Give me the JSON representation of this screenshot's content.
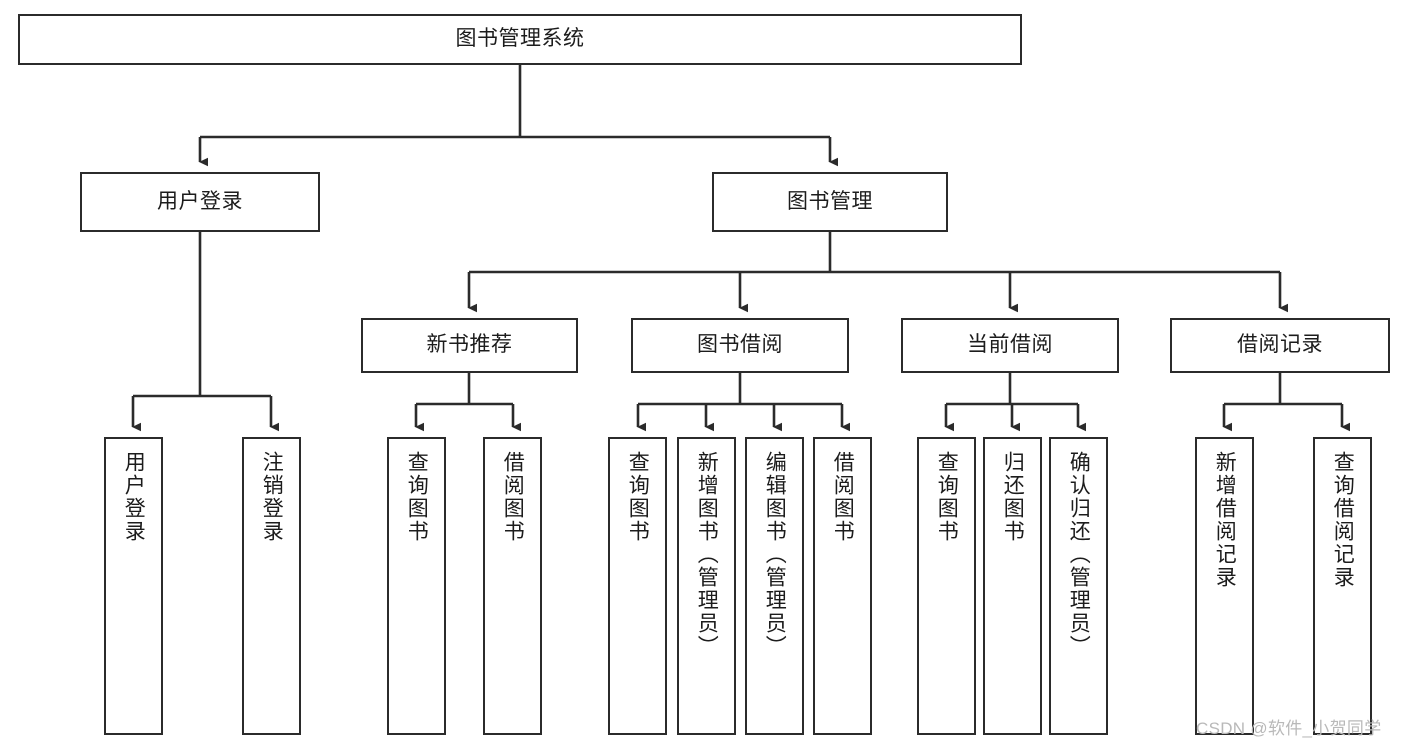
{
  "diagram": {
    "title": "图书管理系统",
    "stroke_color": "#2b2b2b",
    "fill_color": "#ffffff",
    "text_color": "#1c1c1c"
  },
  "nodes": {
    "root": {
      "label": "图书管理系统"
    },
    "level1": [
      {
        "label": "用户登录"
      },
      {
        "label": "图书管理"
      }
    ],
    "level2": [
      {
        "label": "新书推荐"
      },
      {
        "label": "图书借阅"
      },
      {
        "label": "当前借阅"
      },
      {
        "label": "借阅记录"
      }
    ],
    "leaves": {
      "user_login": [
        {
          "label": "用户登录"
        },
        {
          "label": "注销登录"
        }
      ],
      "new_book_recommend": [
        {
          "label": "查询图书"
        },
        {
          "label": "借阅图书"
        }
      ],
      "book_borrow": [
        {
          "label": "查询图书"
        },
        {
          "label": "新增图书（管理员）"
        },
        {
          "label": "编辑图书（管理员）"
        },
        {
          "label": "借阅图书"
        }
      ],
      "current_borrow": [
        {
          "label": "查询图书"
        },
        {
          "label": "归还图书"
        },
        {
          "label": "确认归还（管理员）"
        }
      ],
      "borrow_record": [
        {
          "label": "新增借阅记录"
        },
        {
          "label": "查询借阅记录"
        }
      ]
    }
  },
  "watermark": {
    "text": "CSDN @软件_小贺同学"
  }
}
